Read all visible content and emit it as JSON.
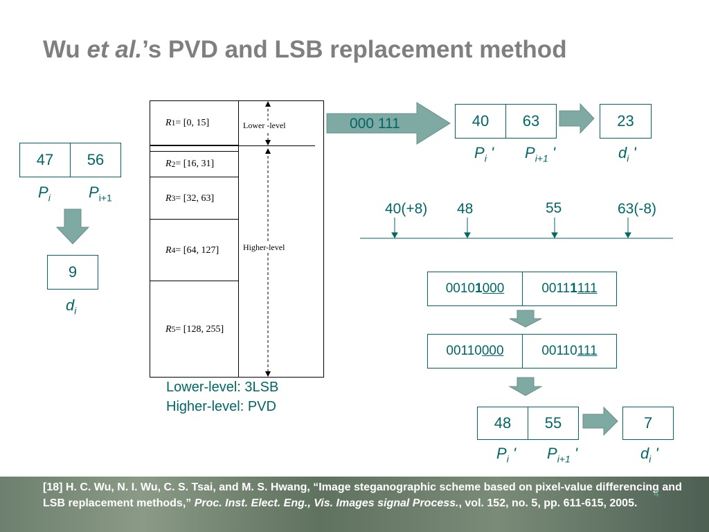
{
  "title": {
    "prefix": "Wu ",
    "italic": "et al.",
    "suffix": "’s PVD and LSB replacement method"
  },
  "ranges": [
    {
      "label": "R",
      "sub": "1",
      "range": "= [0, 15]"
    },
    {
      "label": "R",
      "sub": "2",
      "range": "= [16, 31]"
    },
    {
      "label": "R",
      "sub": "3",
      "range": "= [32, 63]"
    },
    {
      "label": "R",
      "sub": "4",
      "range": "= [64, 127]"
    },
    {
      "label": "R",
      "sub": "5",
      "range": "= [128, 255]"
    }
  ],
  "levels": {
    "lower": "Lower -level",
    "higher": "Higher-level"
  },
  "original": {
    "p1": "47",
    "p2": "56",
    "diff": "9"
  },
  "labels": {
    "pi": "P",
    "pi_sub": "i",
    "pi1_sub": "i+1",
    "d": "d",
    "d_sub": "i",
    "prime": " '"
  },
  "secret": "000 111",
  "stego1": {
    "p1": "40",
    "p2": "63",
    "diff": "23"
  },
  "axis": {
    "t1": "40(+8)",
    "t2": "48",
    "t3": "55",
    "t4": "63(-8)"
  },
  "binary1": {
    "a_pre": "0010",
    "a_bold": "1",
    "a_u": "000",
    "b_pre": "0011",
    "b_bold": "1",
    "b_u": "111"
  },
  "binary2": {
    "a_pre": "00110",
    "a_u": "000",
    "b_pre": "00110",
    "b_u": "111"
  },
  "stego2": {
    "p1": "48",
    "p2": "55",
    "diff": "7"
  },
  "notes": {
    "line1": "Lower-level: 3LSB",
    "line2": "Higher-level: PVD"
  },
  "footer": {
    "ref": "[18] H. C. Wu, N. I. Wu, C. S. Tsai, and M. S. Hwang, “Image steganographic scheme based on pixel-value differencing and LSB replacement methods,” ",
    "venue": "Proc. Inst. Elect. Eng., Vis. Images signal Process.",
    "tail": ", vol. 152, no. 5, pp. 611-615, 2005.",
    "page": "4"
  },
  "colors": {
    "accent": "#006666",
    "arrow_fill": "#7fa9a3",
    "title": "#7f7f7f"
  }
}
